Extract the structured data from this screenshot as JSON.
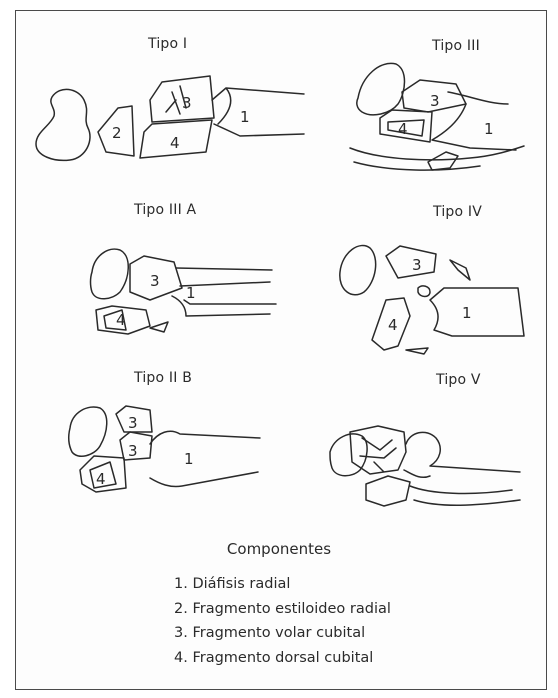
{
  "figure": {
    "panels": [
      {
        "title": "Tipo I",
        "labels": [
          "2",
          "3",
          "4",
          "1"
        ]
      },
      {
        "title": "Tipo III",
        "labels": [
          "3",
          "4",
          "1"
        ]
      },
      {
        "title": "Tipo III A",
        "labels": [
          "3",
          "4",
          "1"
        ]
      },
      {
        "title": "Tipo IV",
        "labels": [
          "3",
          "4",
          "1"
        ]
      },
      {
        "title": "Tipo II B",
        "labels": [
          "3",
          "3",
          "4",
          "1"
        ]
      },
      {
        "title": "Tipo V",
        "labels": []
      }
    ],
    "legend": {
      "title": "Componentes",
      "items": [
        "1. Diáfisis radial",
        "2. Fragmento estiloideo radial",
        "3. Fragmento volar cubital",
        "4. Fragmento dorsal cubital"
      ]
    }
  }
}
